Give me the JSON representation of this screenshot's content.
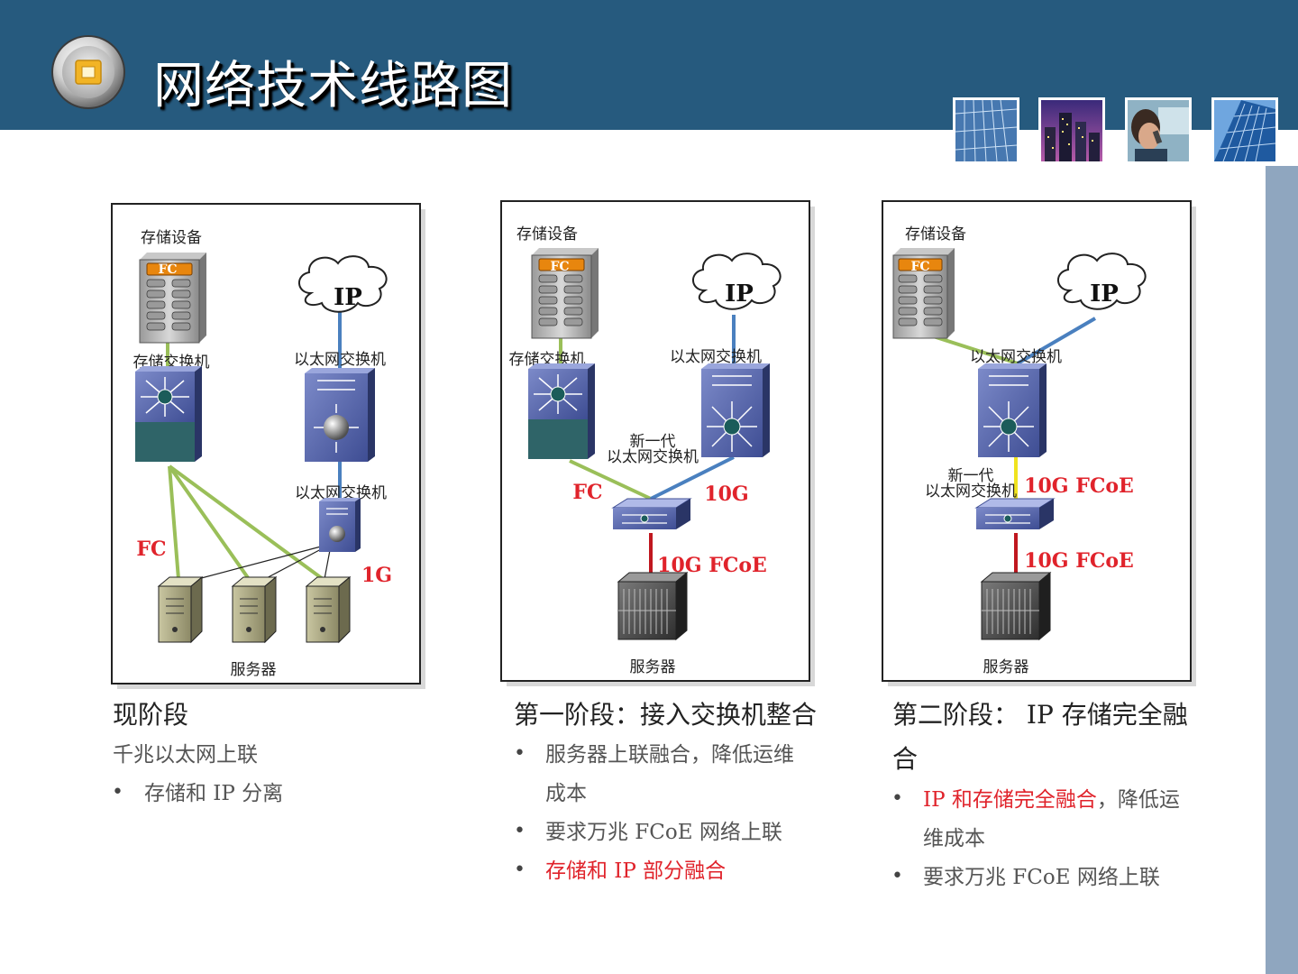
{
  "slide": {
    "title": "网络技术线路图",
    "logo_icon": "square-button-icon",
    "thumbnails": [
      "building-glass-thumbnail",
      "city-night-thumbnail",
      "phone-call-thumbnail",
      "skyscraper-thumbnail"
    ],
    "colors": {
      "header": "#265a7e",
      "side_bar": "#8fa6bf",
      "accent_red": "#e0232b",
      "fc_link": "#9abf59",
      "ip_link": "#4a80bf",
      "fcoe_link": "#c0171f",
      "yellow_link": "#f0e31f"
    }
  },
  "diagrams": [
    {
      "labels": {
        "storage": "存储设备",
        "fc_tag": "FC",
        "ip": "IP",
        "storage_switch": "存储交换机",
        "eth_switch": "以太网交换机",
        "eth_switch_access": "以太网交换机",
        "fc_link": "FC",
        "speed": "1G",
        "servers": "服务器"
      }
    },
    {
      "labels": {
        "storage": "存储设备",
        "fc_tag": "FC",
        "ip": "IP",
        "storage_switch": "存储交换机",
        "eth_switch": "以太网交换机",
        "new_gen_1": "新一代",
        "new_gen_2": "以太网交换机",
        "fc_link": "FC",
        "speed": "10G",
        "fcoe": "10G FCoE",
        "servers": "服务器"
      }
    },
    {
      "labels": {
        "storage": "存储设备",
        "fc_tag": "FC",
        "ip": "IP",
        "eth_switch": "以太网交换机",
        "new_gen_1": "新一代",
        "new_gen_2": "以太网交换机",
        "fcoe_up": "10G FCoE",
        "fcoe_down": "10G FCoE",
        "servers": "服务器"
      }
    }
  ],
  "stages": [
    {
      "title": "现阶段",
      "subtitle": "千兆以太网上联",
      "bullets": [
        {
          "text": "存储和 IP 分离",
          "red": false
        }
      ]
    },
    {
      "title": "第一阶段：接入交换机整合",
      "bullets": [
        {
          "line1": "服务器上联融合，降低运维",
          "line2": "成本",
          "red": false
        },
        {
          "text": "要求万兆 FCoE 网络上联",
          "red": false
        },
        {
          "text": "存储和 IP 部分融合",
          "red": true
        }
      ]
    },
    {
      "title_line1": "第二阶段： IP 存储完全融",
      "title_line2": "合",
      "bullets": [
        {
          "red_part": "IP 和存储完全融合",
          "rest": "，降低运",
          "line2": "维成本"
        },
        {
          "text": "要求万兆 FCoE 网络上联",
          "red": false
        }
      ]
    }
  ]
}
